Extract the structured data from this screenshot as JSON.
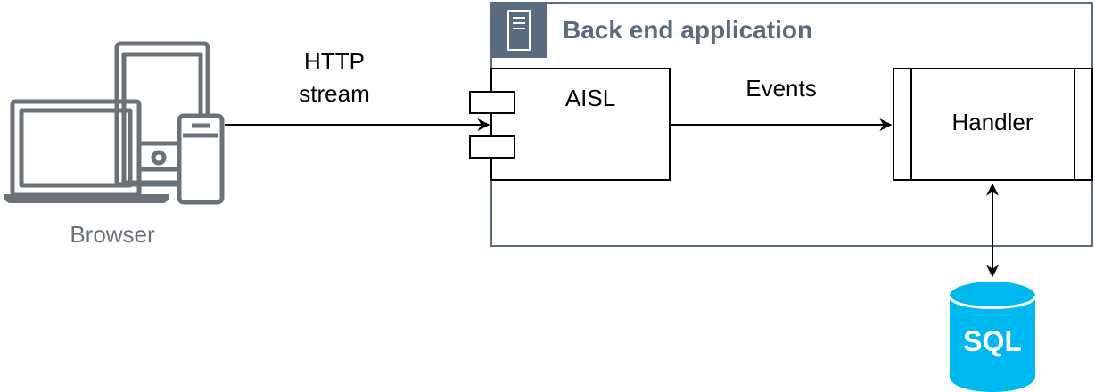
{
  "client": {
    "label": "Browser",
    "icon": "devices-icon",
    "color": "#6b7178"
  },
  "connection_http": {
    "label_line1": "HTTP",
    "label_line2": "stream"
  },
  "backend": {
    "title": "Back end application",
    "icon": "server-icon",
    "border_color": "#5a6b80",
    "header_color": "#5a6b80"
  },
  "aisl": {
    "label": "AISL"
  },
  "connection_events": {
    "label": "Events"
  },
  "handler": {
    "label": "Handler"
  },
  "database": {
    "label": "SQL",
    "icon": "database-icon",
    "color": "#00b8f0"
  }
}
